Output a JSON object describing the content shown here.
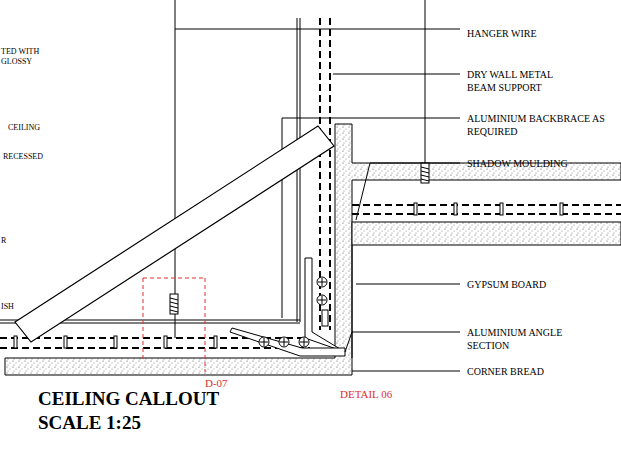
{
  "diagram": {
    "title": "CEILING CALLOUT",
    "labels": [
      "SCALE 1:25",
      "HANGER WIRE",
      "DRY WALL METAL BEAM SUPPORT",
      "ALUMINIUM BACKBRACE AS REQUIRED",
      "SHADOW MOULDING",
      "GYPSUM BOARD",
      "ALUMINIUM ANGLE SECTION",
      "CORNER BREAD",
      "D-07",
      "DETAIL 06",
      "TED WITH",
      "GLOSSY",
      "CEILING",
      "RECESSED",
      "R",
      "ISH"
    ]
  }
}
